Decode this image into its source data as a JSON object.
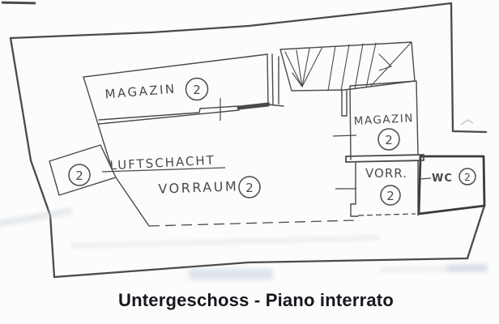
{
  "caption": "Untergeschoss - Piano interrato",
  "rooms": {
    "magazin_left": {
      "label": "MAGAZIN",
      "unit": "2"
    },
    "magazin_right": {
      "label": "MAGAZIN",
      "unit": "2"
    },
    "luftschacht": {
      "label": "LUFTSCHACHT",
      "unit": "2"
    },
    "vorraum": {
      "label": "VORRAUM",
      "unit": "2"
    },
    "vorr": {
      "label": "VORR.",
      "unit": "2"
    },
    "wc": {
      "label": "WC",
      "unit": "2"
    }
  },
  "colors": {
    "ink": "#4a4a4a",
    "wall_dark": "#3a3a3a",
    "caption_color": "#17171e",
    "background": "#fcfcfc",
    "ghost": "#aebdd6"
  }
}
